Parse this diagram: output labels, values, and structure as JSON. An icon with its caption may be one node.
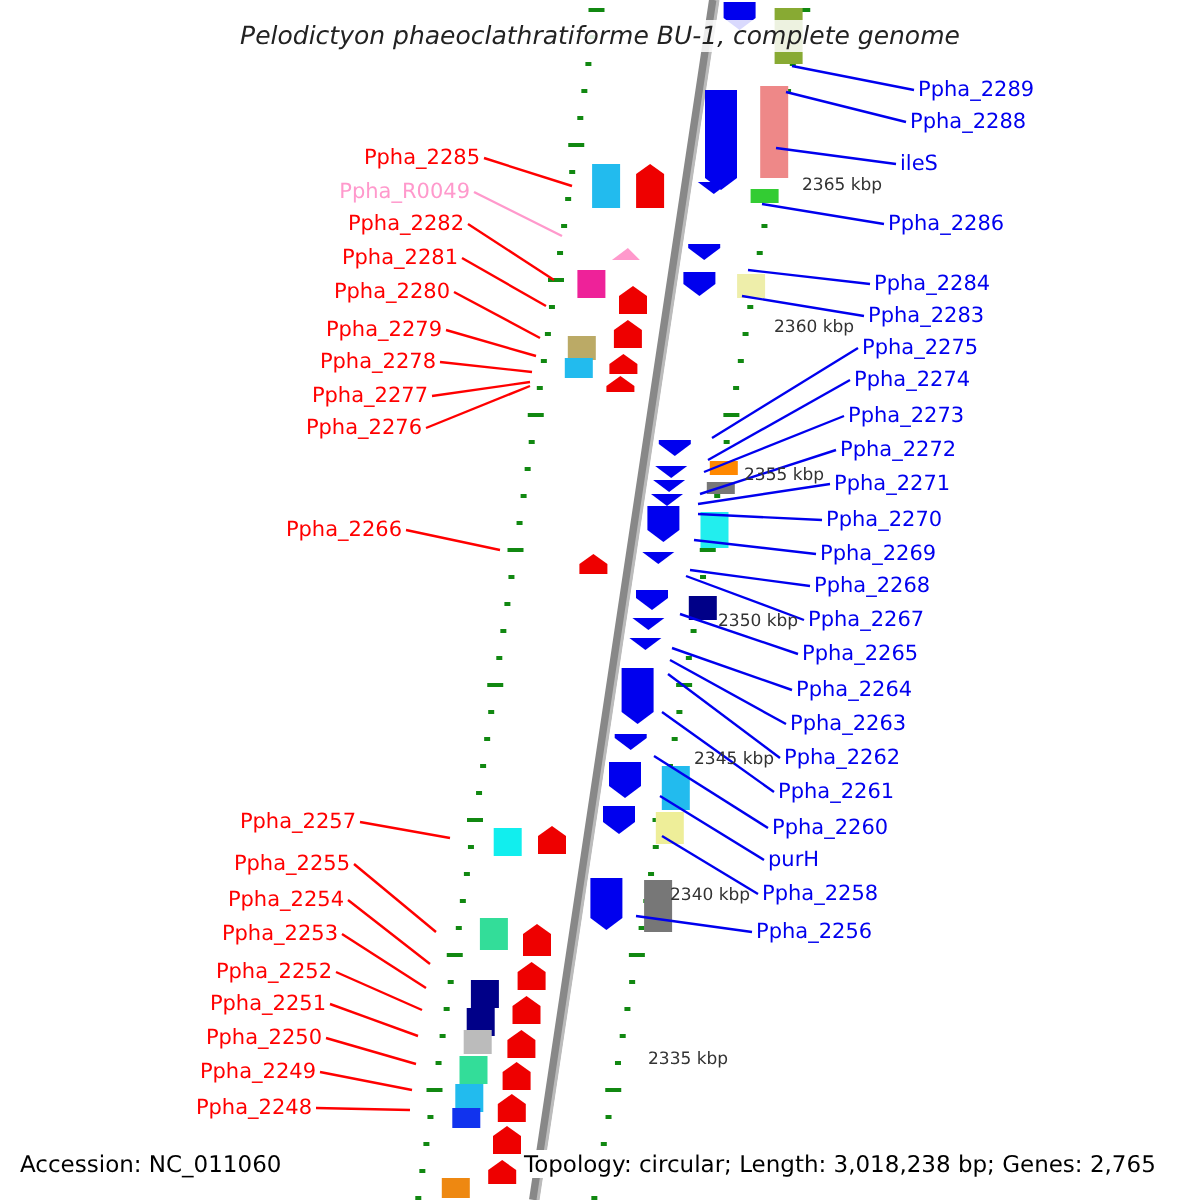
{
  "diagram": {
    "title": "Pelodictyon phaeoclathratiforme BU-1, complete genome",
    "nodes": [
      {
        "text": [
          "Ppha_2285"
        ]
      },
      {
        "text": [
          "Ppha_R0049"
        ]
      },
      {
        "text": [
          "Ppha_2282"
        ]
      },
      {
        "text": [
          "Ppha_2281"
        ]
      },
      {
        "text": [
          "Ppha_2280"
        ]
      },
      {
        "text": [
          "Ppha_2279"
        ]
      },
      {
        "text": [
          "Ppha_2278"
        ]
      },
      {
        "text": [
          "Ppha_2277"
        ]
      },
      {
        "text": [
          "Ppha_2276"
        ]
      },
      {
        "text": [
          "Ppha_2266"
        ]
      },
      {
        "text": [
          "Ppha_2257"
        ]
      },
      {
        "text": [
          "Ppha_2255"
        ]
      },
      {
        "text": [
          "Ppha_2254"
        ]
      },
      {
        "text": [
          "Ppha_2253"
        ]
      },
      {
        "text": [
          "Ppha_2252"
        ]
      },
      {
        "text": [
          "Ppha_2251"
        ]
      },
      {
        "text": [
          "Ppha_2250"
        ]
      },
      {
        "text": [
          "Ppha_2249"
        ]
      },
      {
        "text": [
          "Ppha_2248"
        ]
      },
      {
        "text": [
          "Ppha_2289"
        ]
      },
      {
        "text": [
          "Ppha_2288"
        ]
      },
      {
        "text": [
          "ileS"
        ]
      },
      {
        "text": [
          "Ppha_2286"
        ]
      },
      {
        "text": [
          "Ppha_2284"
        ]
      },
      {
        "text": [
          "Ppha_2283"
        ]
      },
      {
        "text": [
          "Ppha_2275"
        ]
      },
      {
        "text": [
          "Ppha_2274"
        ]
      },
      {
        "text": [
          "Ppha_2273"
        ]
      },
      {
        "text": [
          "Ppha_2272"
        ]
      },
      {
        "text": [
          "Ppha_2271"
        ]
      },
      {
        "text": [
          "Ppha_2270"
        ]
      },
      {
        "text": [
          "Ppha_2269"
        ]
      },
      {
        "text": [
          "Ppha_2268"
        ]
      },
      {
        "text": [
          "Ppha_2267"
        ]
      },
      {
        "text": [
          "Ppha_2265"
        ]
      },
      {
        "text": [
          "Ppha_2264"
        ]
      },
      {
        "text": [
          "Ppha_2263"
        ]
      },
      {
        "text": [
          "Ppha_2262"
        ]
      },
      {
        "text": [
          "Ppha_2261"
        ]
      },
      {
        "text": [
          "Ppha_2260"
        ]
      },
      {
        "text": [
          "purH"
        ]
      },
      {
        "text": [
          "Ppha_2258"
        ]
      },
      {
        "text": [
          "Ppha_2256"
        ]
      }
    ],
    "edges": [
      {
        "from": 0,
        "to": null,
        "arrow": "none",
        "color": "#ff0000"
      },
      {
        "from": 1,
        "to": null,
        "arrow": "none",
        "color": "#ff99cc"
      },
      {
        "from": 2,
        "to": null,
        "arrow": "none",
        "color": "#ff0000"
      },
      {
        "from": 3,
        "to": null,
        "arrow": "none",
        "color": "#ff0000"
      },
      {
        "from": 4,
        "to": null,
        "arrow": "none",
        "color": "#ff0000"
      },
      {
        "from": 5,
        "to": null,
        "arrow": "none",
        "color": "#ff0000"
      },
      {
        "from": 6,
        "to": null,
        "arrow": "none",
        "color": "#ff0000"
      },
      {
        "from": 7,
        "to": null,
        "arrow": "none",
        "color": "#ff0000"
      },
      {
        "from": 8,
        "to": null,
        "arrow": "none",
        "color": "#ff0000"
      },
      {
        "from": 9,
        "to": null,
        "arrow": "none",
        "color": "#ff0000"
      },
      {
        "from": 10,
        "to": null,
        "arrow": "none",
        "color": "#ff0000"
      },
      {
        "from": 11,
        "to": null,
        "arrow": "none",
        "color": "#ff0000"
      },
      {
        "from": 12,
        "to": null,
        "arrow": "none",
        "color": "#ff0000"
      },
      {
        "from": 13,
        "to": null,
        "arrow": "none",
        "color": "#ff0000"
      },
      {
        "from": 14,
        "to": null,
        "arrow": "none",
        "color": "#ff0000"
      },
      {
        "from": 15,
        "to": null,
        "arrow": "none",
        "color": "#ff0000"
      },
      {
        "from": 16,
        "to": null,
        "arrow": "none",
        "color": "#ff0000"
      },
      {
        "from": 17,
        "to": null,
        "arrow": "none",
        "color": "#ff0000"
      },
      {
        "from": 18,
        "to": null,
        "arrow": "none",
        "color": "#ff0000"
      },
      {
        "from": 19,
        "to": null,
        "arrow": "none"
      },
      {
        "from": 20,
        "to": null,
        "arrow": "none"
      },
      {
        "from": 21,
        "to": null,
        "arrow": "none"
      },
      {
        "from": 22,
        "to": null,
        "arrow": "none"
      },
      {
        "from": 23,
        "to": null,
        "arrow": "none"
      },
      {
        "from": 24,
        "to": null,
        "arrow": "none"
      },
      {
        "from": 25,
        "to": null,
        "arrow": "none"
      },
      {
        "from": 26,
        "to": null,
        "arrow": "none"
      },
      {
        "from": 27,
        "to": null,
        "arrow": "none"
      },
      {
        "from": 28,
        "to": null,
        "arrow": "none"
      },
      {
        "from": 29,
        "to": null,
        "arrow": "none"
      },
      {
        "from": 30,
        "to": null,
        "arrow": "none"
      },
      {
        "from": 31,
        "to": null,
        "arrow": "none"
      },
      {
        "from": 32,
        "to": null,
        "arrow": "none"
      },
      {
        "from": 33,
        "to": null,
        "arrow": "none"
      },
      {
        "from": 34,
        "to": null,
        "arrow": "none"
      },
      {
        "from": 35,
        "to": null,
        "arrow": "none"
      },
      {
        "from": 36,
        "to": null,
        "arrow": "none"
      },
      {
        "from": 37,
        "to": null,
        "arrow": "none"
      },
      {
        "from": 38,
        "to": null,
        "arrow": "none"
      },
      {
        "from": 39,
        "to": null,
        "arrow": "none"
      },
      {
        "from": 40,
        "to": null,
        "arrow": "none"
      },
      {
        "from": 41,
        "to": null,
        "arrow": "none"
      },
      {
        "from": 42,
        "to": null,
        "arrow": "none"
      }
    ],
    "labels": [
      "2365 kbp",
      "2360 kbp",
      "2355 kbp",
      "2350 kbp",
      "2345 kbp",
      "2340 kbp",
      "2335 kbp",
      "Accession: NC_011060",
      "Topology: circular; Length: 3,018,238 bp; Genes: 2,765"
    ]
  }
}
